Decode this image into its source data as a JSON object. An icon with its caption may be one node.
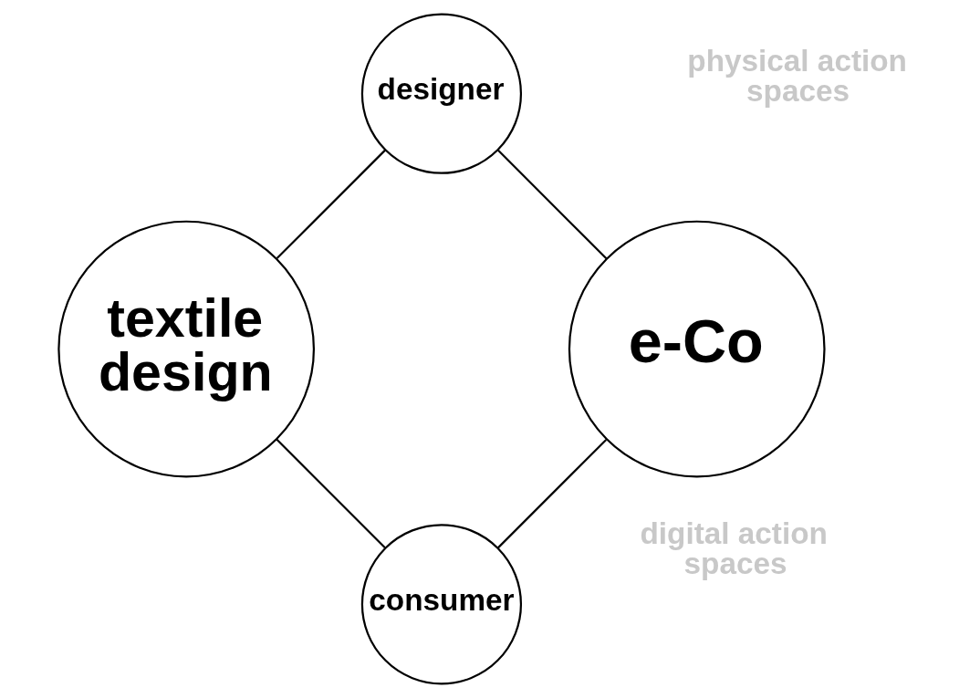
{
  "diagram": {
    "nodes": [
      {
        "text": [
          "consumer"
        ]
      },
      {
        "text": [
          "e-Co"
        ]
      },
      {
        "text": [
          "textile design"
        ]
      },
      {
        "text": [
          "designer"
        ]
      }
    ],
    "edges": [
      {
        "from": 0,
        "to": 2,
        "arrow": "none"
      },
      {
        "from": 2,
        "to": 3,
        "arrow": "none"
      },
      {
        "from": 3,
        "to": 1,
        "arrow": "none"
      },
      {
        "from": 1,
        "to": 0,
        "arrow": "none"
      }
    ],
    "labels": [
      "digital action spaces",
      "physical action spaces"
    ]
  }
}
